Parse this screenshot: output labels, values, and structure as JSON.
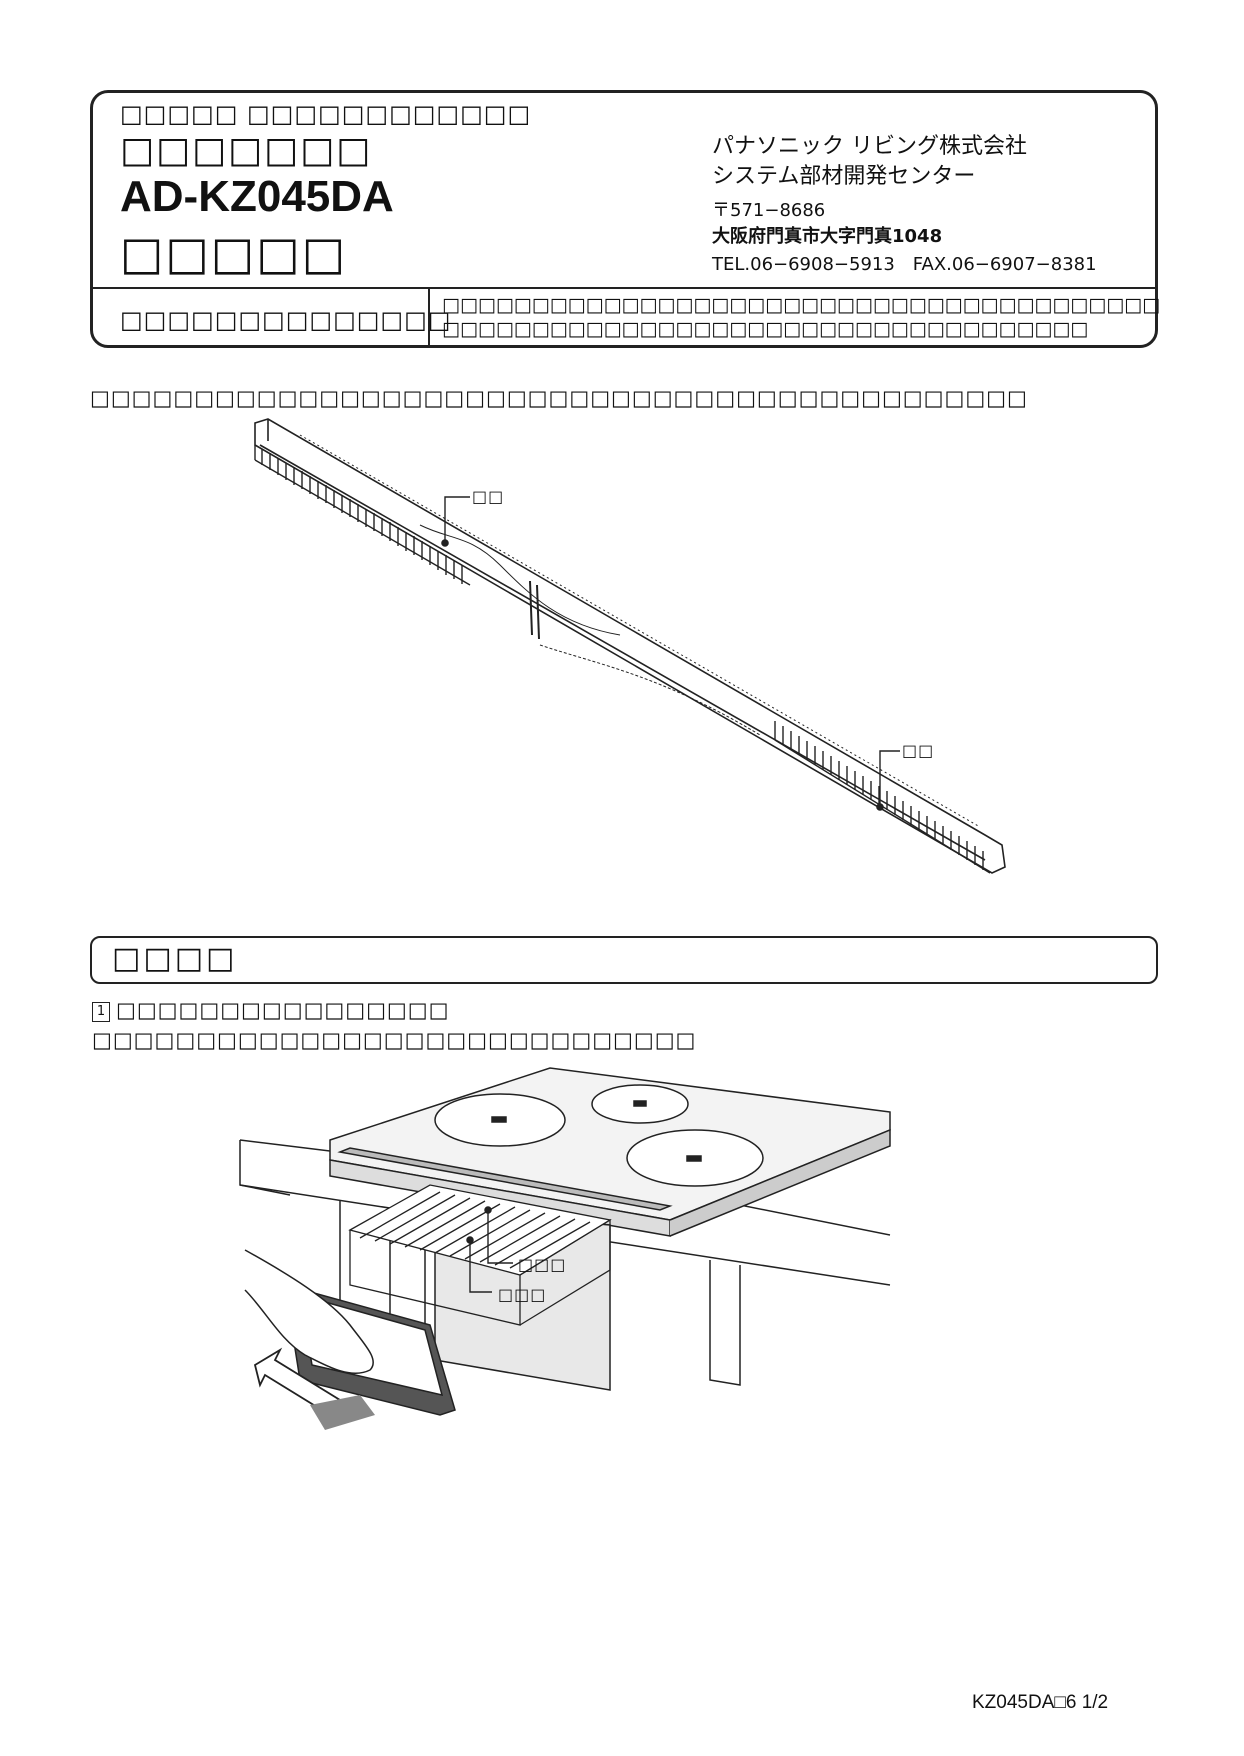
{
  "header": {
    "doc_type_line": "□□□□□ □□□□□□□□□□□□",
    "product_category": "□□□□□□□",
    "model_number": "AD-KZ045DA",
    "doc_title": "□□□□□",
    "company_name": "パナソニック リビング株式会社",
    "department": "システム部材開発センター",
    "postal_code": "〒571−8686",
    "address": "大阪府門真市大字門真1048",
    "contact": "TEL.06−6908−5913　FAX.06−6907−8381",
    "row_label": "□□□□□□□□□□□□□□",
    "note_line_1": "□□□□□□□□□□□□□□□□□□□□□□□□□□□□□□□□□□□□□□□□",
    "note_line_2": "□□□□□□□□□□□□□□□□□□□□□□□□□□□□□□□□□□□□"
  },
  "parts_section": {
    "intro": "□□□□□□□□□□□□□□□□□□□□□□□□□□□□□□□□□□□□□□□□□□□□□",
    "callout_upper": "□□",
    "callout_lower": "□□"
  },
  "procedure_section": {
    "title": "□□□□",
    "step_number": "1",
    "step_text": "□□□□□□□□□□□□□□□□",
    "step_note": "□□□□□□□□□□□□□□□□□□□□□□□□□□□□□",
    "callout_a": "□□□",
    "callout_b": "□□□"
  },
  "footer": {
    "page_code": "KZ045DA□6  1/2"
  }
}
